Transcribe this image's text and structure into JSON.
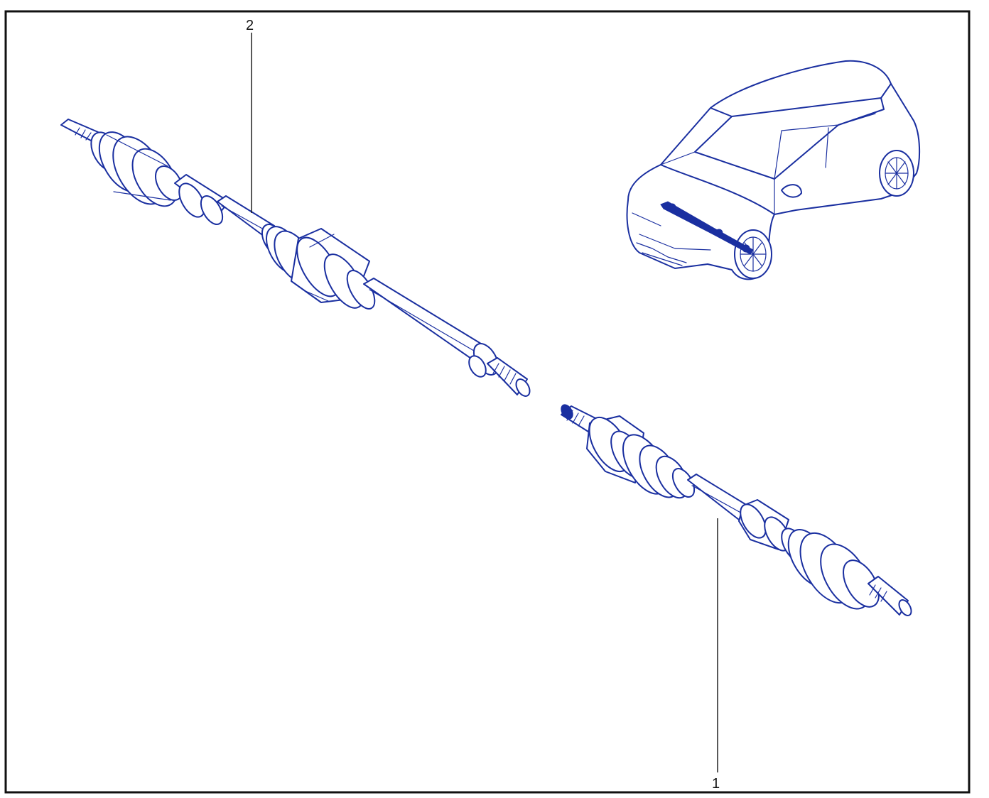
{
  "colors": {
    "ink": "#1a2fa0",
    "frame": "#111111",
    "background": "#ffffff"
  },
  "callouts": [
    {
      "id": "1",
      "label": "1"
    },
    {
      "id": "2",
      "label": "2"
    }
  ]
}
